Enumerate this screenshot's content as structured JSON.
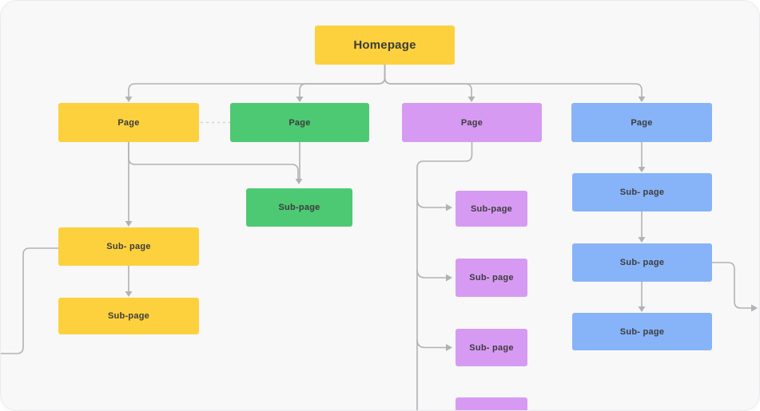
{
  "canvas": {
    "page_background": "#ffffff",
    "board_background": "#f8f8f8"
  },
  "colors": {
    "yellow": "#fcd13d",
    "green": "#4dc973",
    "purple": "#d79af3",
    "blue": "#87b3f8",
    "connector": "#b1b2b4",
    "connector_dashed": "#d2d3d5",
    "text": "#3c3c3c"
  },
  "nodes": [
    {
      "id": "homepage",
      "label": "Homepage",
      "color": "yellow"
    },
    {
      "id": "page-yellow",
      "label": "Page",
      "color": "yellow"
    },
    {
      "id": "page-green",
      "label": "Page",
      "color": "green"
    },
    {
      "id": "page-purple",
      "label": "Page",
      "color": "purple"
    },
    {
      "id": "page-blue",
      "label": "Page",
      "color": "blue"
    },
    {
      "id": "sub-yellow-1",
      "label": "Sub- page",
      "color": "yellow"
    },
    {
      "id": "sub-yellow-2",
      "label": "Sub-page",
      "color": "yellow"
    },
    {
      "id": "sub-green-1",
      "label": "Sub-page",
      "color": "green"
    },
    {
      "id": "sub-purple-1",
      "label": "Sub-page",
      "color": "purple"
    },
    {
      "id": "sub-purple-2",
      "label": "Sub- page",
      "color": "purple"
    },
    {
      "id": "sub-purple-3",
      "label": "Sub- page",
      "color": "purple"
    },
    {
      "id": "sub-purple-4",
      "label": "",
      "color": "purple"
    },
    {
      "id": "sub-blue-1",
      "label": "Sub- page",
      "color": "blue"
    },
    {
      "id": "sub-blue-2",
      "label": "Sub- page",
      "color": "blue"
    },
    {
      "id": "sub-blue-3",
      "label": "Sub- page",
      "color": "blue"
    }
  ]
}
